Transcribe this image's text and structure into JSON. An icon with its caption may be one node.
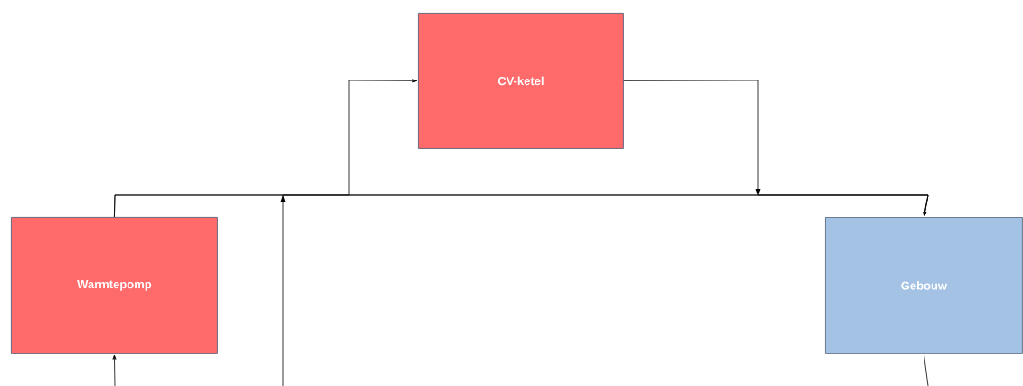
{
  "diagram": {
    "nodes": [
      {
        "text": [
          "CV-ketel"
        ]
      },
      {
        "text": [
          "Warmtepomp"
        ]
      },
      {
        "text": [
          "Gebouw"
        ]
      }
    ],
    "edges": [
      {
        "from": 1,
        "to": 2,
        "arrow": "to"
      },
      {
        "from": 1,
        "to": 0,
        "arrow": "to"
      },
      {
        "from": 0,
        "to": 2,
        "arrow": "to"
      },
      {
        "from": null,
        "to": 2,
        "arrow": "to"
      },
      {
        "from": null,
        "to": 1,
        "arrow": "to"
      },
      {
        "from": 2,
        "to": null,
        "arrow": "none"
      }
    ]
  }
}
